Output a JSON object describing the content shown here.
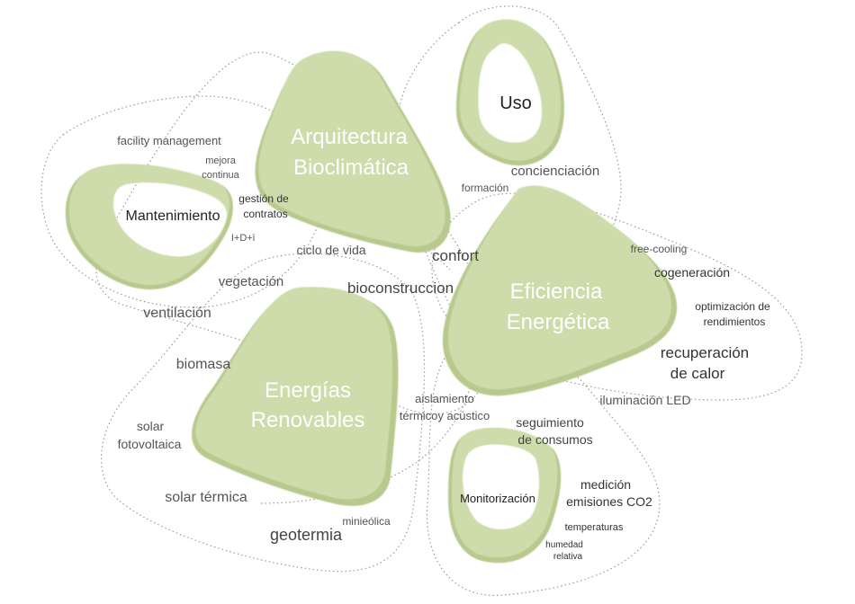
{
  "colors": {
    "shape_fill": "#cddcaa",
    "shape_shadow": "#b7c98d",
    "dotted_line": "#9a9a9a",
    "main_text": "#ffffff",
    "dark_text": "#222222",
    "term_text": "#555555"
  },
  "main_labels": {
    "arquitectura": [
      "Arquitectura",
      "Bioclimática"
    ],
    "eficiencia": [
      "Eficiencia",
      "Energética"
    ],
    "energias": [
      "Energías",
      "Renovables"
    ],
    "uso": "Uso",
    "mantenimiento": "Mantenimiento",
    "monitorizacion": "Monitorización"
  },
  "terms": {
    "facility": "facility management",
    "mejora": [
      "mejora",
      "continua"
    ],
    "gestion": [
      "gestión de",
      "contratos"
    ],
    "idi": "I+D+i",
    "ciclo": "ciclo de vida",
    "vegetacion": "vegetación",
    "ventilacion": "ventilación",
    "bioconstruccion": "bioconstruccion",
    "confort": "confort",
    "formacion": "formación",
    "concienciacion": "concienciación",
    "freecooling": "free-cooling",
    "cogeneracion": "cogeneración",
    "optimizacion": [
      "optimización de",
      "rendimientos"
    ],
    "recuperacion": [
      "recuperación",
      "de calor"
    ],
    "iluminacion": "iluminación LED",
    "biomasa": "biomasa",
    "aislamiento": [
      "aislamiento",
      "térmicoy acústico"
    ],
    "seguimiento": [
      "seguimiento",
      "de consumos"
    ],
    "solarfv": [
      "solar",
      "fotovoltaica"
    ],
    "solartermica": "solar térmica",
    "geotermia": "geotermia",
    "minieolica": "minieólica",
    "medicion": [
      "medición",
      "emisiones CO2"
    ],
    "temperaturas": "temperaturas",
    "humedad": [
      "humedad",
      "relativa"
    ]
  }
}
